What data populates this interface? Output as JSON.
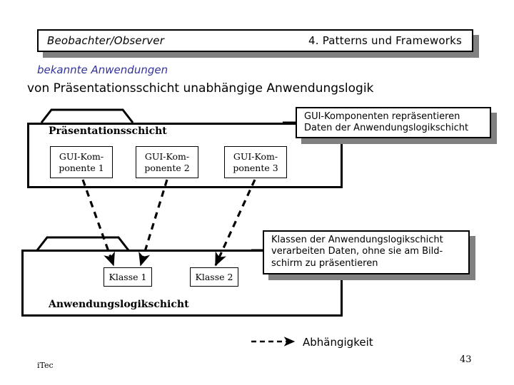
{
  "slide": {
    "title_left": "Beobachter/Observer",
    "title_right": "4. Patterns und Frameworks",
    "heading_known": "bekannte Anwendungen",
    "heading_main": "von Präsentationsschicht unabhängige Anwendungslogik"
  },
  "diagram": {
    "presentation_package": {
      "name": "Präsentationsschicht",
      "components": [
        {
          "line1": "GUI-Kom-",
          "line2": "ponente 1"
        },
        {
          "line1": "GUI-Kom-",
          "line2": "ponente 2"
        },
        {
          "line1": "GUI-Kom-",
          "line2": "ponente 3"
        }
      ]
    },
    "logic_package": {
      "name": "Anwendungslogikschicht",
      "classes": [
        {
          "label": "Klasse 1"
        },
        {
          "label": "Klasse 2"
        }
      ]
    },
    "notes": [
      {
        "id": "note-gui",
        "lines": [
          "GUI-Komponenten repräsentieren",
          "Daten der Anwendungslogikschicht"
        ]
      },
      {
        "id": "note-logic",
        "lines": [
          "Klassen der Anwendungslogikschicht",
          "verarbeiten Daten, ohne sie am Bild-",
          "schirm zu präsentieren"
        ]
      }
    ],
    "legend": {
      "dependency_label": "Abhängigkeit",
      "line_style": "dashed-arrow"
    }
  },
  "footer": {
    "brand": "iTec",
    "page_number": "43"
  },
  "colors": {
    "text": "#000000",
    "accent_blue": "#333399",
    "shadow_gray": "#808080",
    "background": "#ffffff"
  }
}
